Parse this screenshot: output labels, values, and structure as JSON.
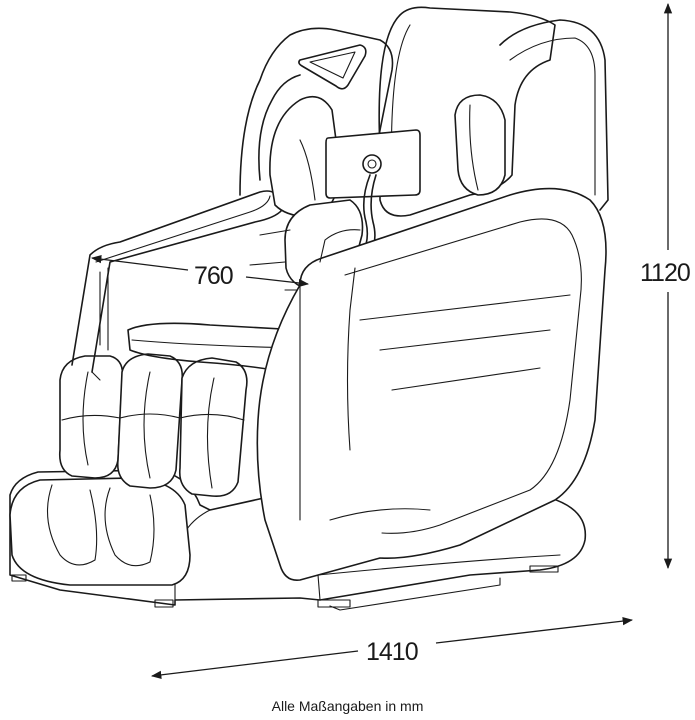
{
  "dimensions": {
    "width": "1410",
    "depth": "760",
    "height": "1120"
  },
  "caption": "Alle Maßangaben in mm"
}
